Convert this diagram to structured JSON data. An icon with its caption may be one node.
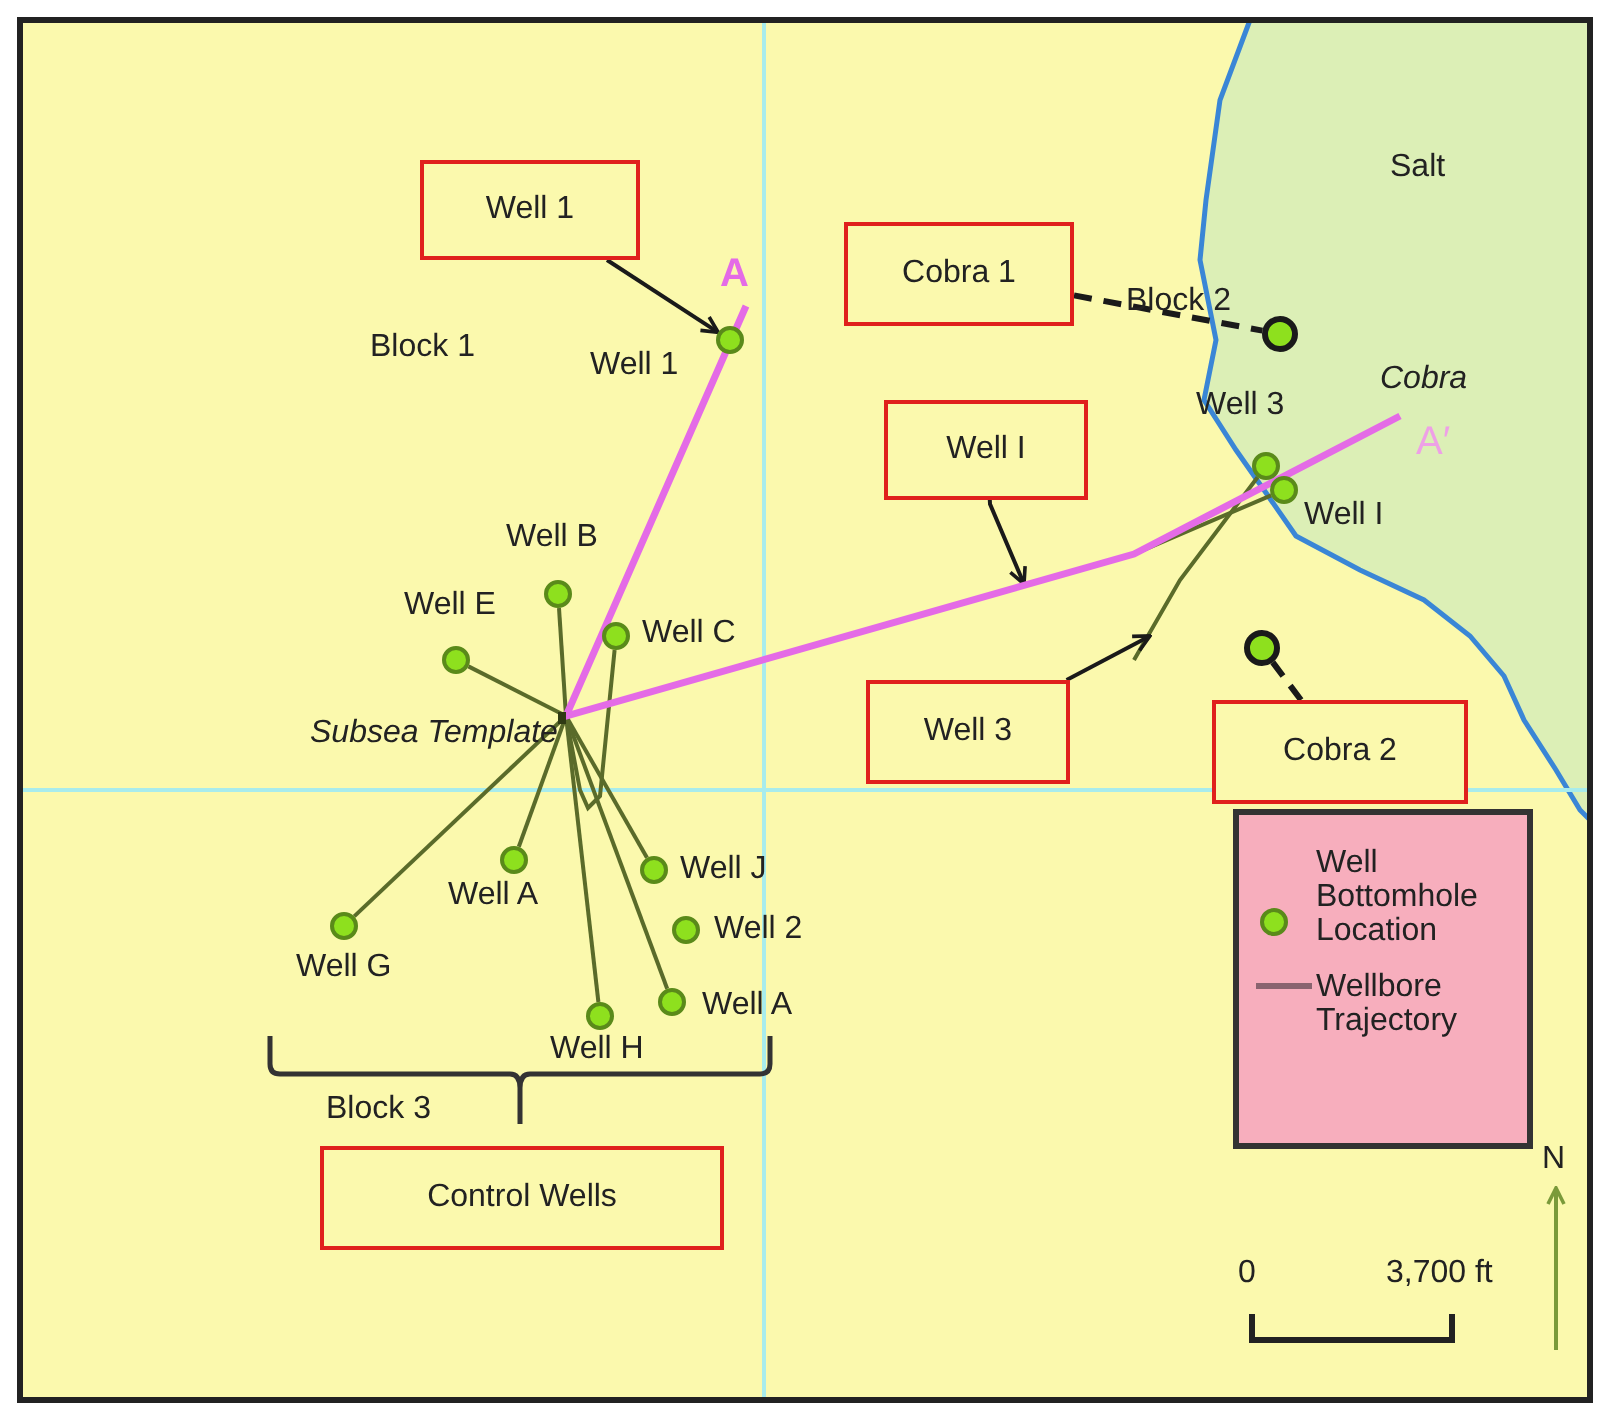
{
  "diagram": {
    "nodes": [
      {
        "text": [
          "Well 1"
        ]
      },
      {
        "text": [
          "Cobra 1"
        ]
      },
      {
        "text": [
          "Well I"
        ]
      },
      {
        "text": [
          "Well 3"
        ]
      },
      {
        "text": [
          "Cobra 2"
        ]
      },
      {
        "text": [
          "Control Wells"
        ]
      },
      {
        "text": [
          "Subsea Template"
        ]
      },
      {
        "text": [
          "Well 1"
        ]
      },
      {
        "text": [
          "Well B"
        ]
      },
      {
        "text": [
          "Well E"
        ]
      },
      {
        "text": [
          "Well C"
        ]
      },
      {
        "text": [
          "Well A"
        ]
      },
      {
        "text": [
          "Well J"
        ]
      },
      {
        "text": [
          "Well 2"
        ]
      },
      {
        "text": [
          "Well G"
        ]
      },
      {
        "text": [
          "Well H"
        ]
      },
      {
        "text": [
          "Well A"
        ]
      },
      {
        "text": [
          "Well 3"
        ]
      },
      {
        "text": [
          "Well I"
        ]
      },
      {
        "text": [],
        "shape": "circle"
      },
      {
        "text": [],
        "shape": "circle"
      }
    ],
    "edges": [
      {
        "from": 0,
        "to": 7,
        "arrow": "to",
        "color": "#1a1a1a"
      },
      {
        "from": 1,
        "to": 19,
        "arrow": "none",
        "style": "dashed",
        "color": "#1a1a1a"
      },
      {
        "from": 2,
        "to": null,
        "arrow": "to",
        "color": "#1a1a1a"
      },
      {
        "from": 6,
        "to": 8,
        "arrow": "none"
      },
      {
        "from": 6,
        "to": 9,
        "arrow": "none"
      },
      {
        "from": 6,
        "to": 10,
        "arrow": "none"
      },
      {
        "from": 6,
        "to": 11,
        "arrow": "none"
      },
      {
        "from": 6,
        "to": 12,
        "arrow": "none"
      },
      {
        "from": 6,
        "to": 14,
        "arrow": "none"
      },
      {
        "from": 6,
        "to": 15,
        "arrow": "none"
      },
      {
        "from": 6,
        "to": 16,
        "arrow": "none"
      },
      {
        "from": 6,
        "to": 18,
        "arrow": "none"
      },
      {
        "from": null,
        "to": 17,
        "arrow": "none"
      },
      {
        "from": 3,
        "to": null,
        "arrow": "to",
        "color": "#1a1a1a"
      },
      {
        "from": 4,
        "to": 20,
        "arrow": "none",
        "style": "dashed",
        "color": "#1a1a1a"
      }
    ],
    "labels": [
      "Salt",
      "A",
      "Block 1",
      "Block 2",
      "Cobra",
      "A′",
      "Block 3",
      "N",
      "0",
      "3,700 ft"
    ],
    "legend": [
      {
        "text": "Well Bottomhole Location"
      },
      {
        "text": "Wellbore Trajectory"
      }
    ]
  }
}
